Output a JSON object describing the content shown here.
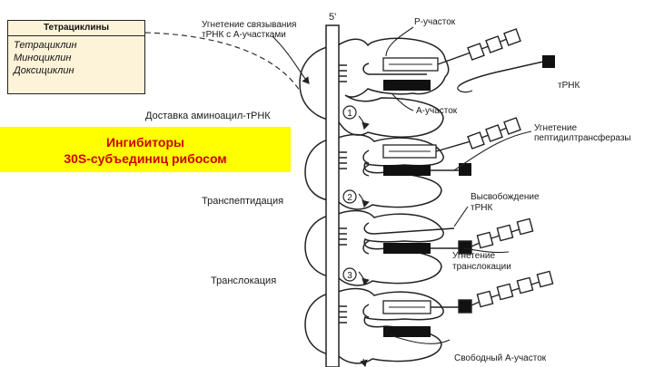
{
  "drug_box": {
    "header": "Тетрациклины",
    "drugs": [
      "Тетрациклин",
      "Миноциклин",
      "Доксициклин"
    ]
  },
  "banner": {
    "line1": "Ингибиторы",
    "line2": "30S-субъединиц рибосом",
    "background": "#ffff00",
    "text_color": "#cc0000"
  },
  "labels": {
    "mrna_end": "5'",
    "inhibit_binding_1": "Угнетение связывания",
    "inhibit_binding_2": "тРНК с А-участками",
    "p_site": "Р-участок",
    "trna": "тРНК",
    "a_site": "А-участок",
    "delivery": "Доставка аминоацил-тРНК",
    "inhibit_pt_1": "Угнетение",
    "inhibit_pt_2": "пептидилтрансферазы",
    "transpeptidation": "Транспептидация",
    "release_1": "Высвобождение",
    "release_2": "тРНК",
    "inhibit_tl_1": "Угнетение",
    "inhibit_tl_2": "транслокации",
    "translocation": "Транслокация",
    "free_a_site": "Свободный А-участок"
  },
  "steps": [
    "1",
    "2",
    "3"
  ]
}
